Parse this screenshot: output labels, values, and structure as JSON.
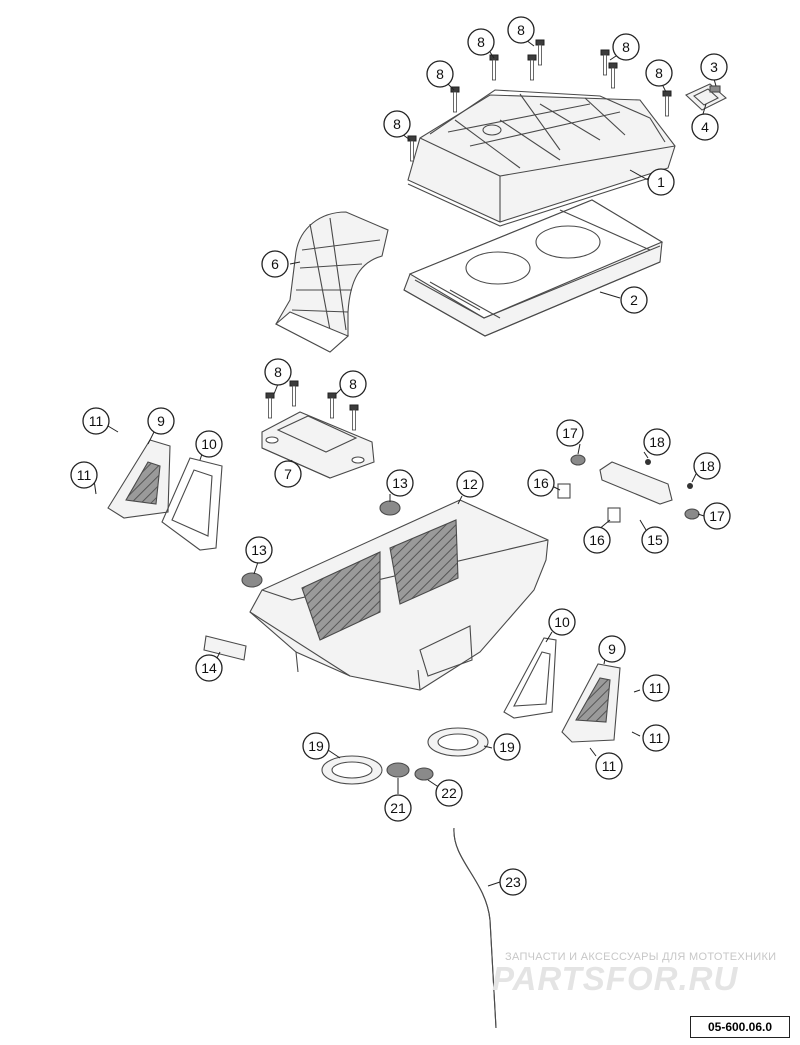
{
  "diagram": {
    "callouts": [
      {
        "label": "8"
      },
      {
        "label": "8"
      },
      {
        "label": "8"
      },
      {
        "label": "8"
      },
      {
        "label": "8"
      },
      {
        "label": "8"
      },
      {
        "label": "3"
      },
      {
        "label": "4"
      },
      {
        "label": "1"
      },
      {
        "label": "6"
      },
      {
        "label": "2"
      },
      {
        "label": "8"
      },
      {
        "label": "8"
      },
      {
        "label": "7"
      },
      {
        "label": "11"
      },
      {
        "label": "9"
      },
      {
        "label": "10"
      },
      {
        "label": "11"
      },
      {
        "label": "13"
      },
      {
        "label": "12"
      },
      {
        "label": "13"
      },
      {
        "label": "17"
      },
      {
        "label": "18"
      },
      {
        "label": "18"
      },
      {
        "label": "16"
      },
      {
        "label": "17"
      },
      {
        "label": "16"
      },
      {
        "label": "15"
      },
      {
        "label": "14"
      },
      {
        "label": "10"
      },
      {
        "label": "9"
      },
      {
        "label": "11"
      },
      {
        "label": "11"
      },
      {
        "label": "11"
      },
      {
        "label": "19"
      },
      {
        "label": "19"
      },
      {
        "label": "21"
      },
      {
        "label": "22"
      },
      {
        "label": "23"
      }
    ]
  },
  "watermark": {
    "tagline": "ЗАПЧАСТИ И АКСЕССУАРЫ ДЛЯ МОТОТЕХНИКИ",
    "brand": "PARTSFOR.RU"
  },
  "doc_code": "05-600.06.0"
}
